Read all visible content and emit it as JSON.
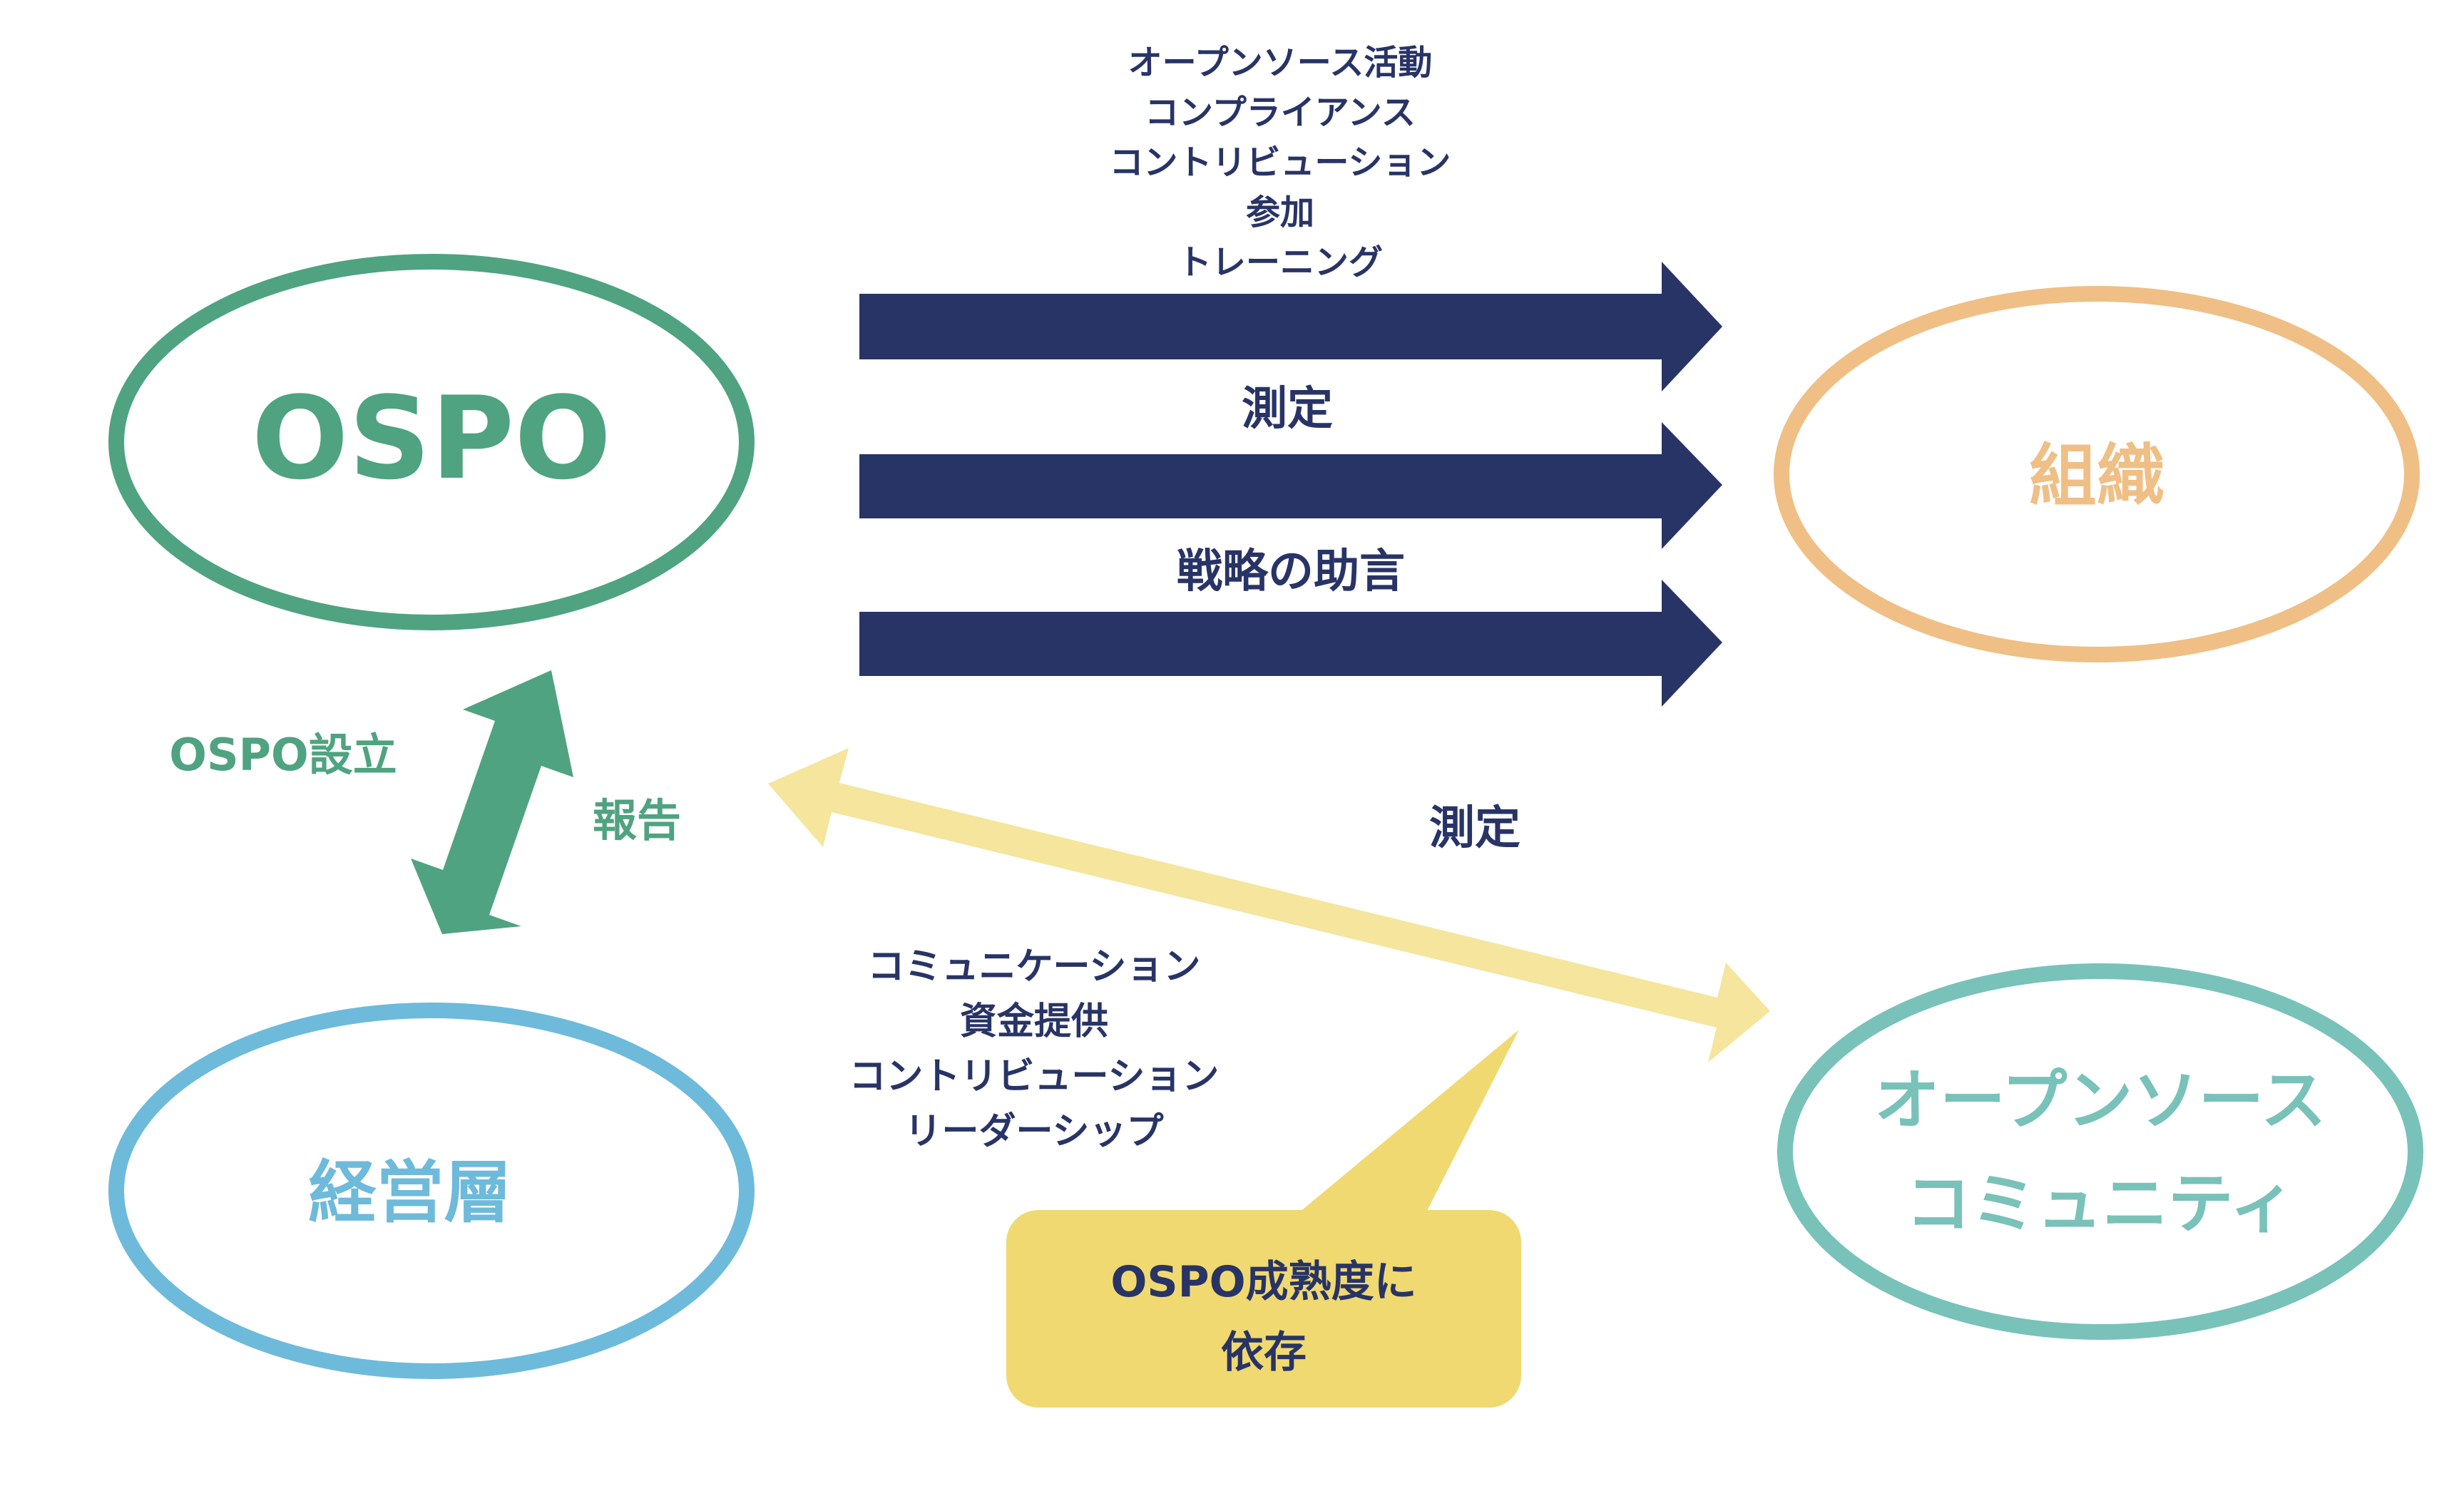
{
  "colors": {
    "navy": "#283466",
    "green": "#4FA381",
    "orange": "#EFBF85",
    "blue": "#6EBADB",
    "teal": "#78C2B9",
    "pale_yellow": "#F5E59D",
    "callout_yellow": "#F0D970"
  },
  "nodes": {
    "ospo": "OSPO",
    "organization": "組織",
    "management": "経営層",
    "community_line1": "オープンソース",
    "community_line2": "コミュニティ"
  },
  "arrows_to_organization": {
    "top_labels": [
      "オープンソース活動",
      "コンプライアンス",
      "コントリビューション",
      "参加",
      "トレーニング"
    ],
    "middle_label": "測定",
    "bottom_label": "戦略の助言"
  },
  "ospo_management_link": {
    "left_label": "OSPO設立",
    "right_label": "報告"
  },
  "community_link": {
    "top_label": "測定",
    "lower_labels": [
      "コミュニケーション",
      "資金提供",
      "コントリビューション",
      "リーダーシップ"
    ]
  },
  "callout": {
    "line1": "OSPO成熟度に",
    "line2": "依存"
  }
}
